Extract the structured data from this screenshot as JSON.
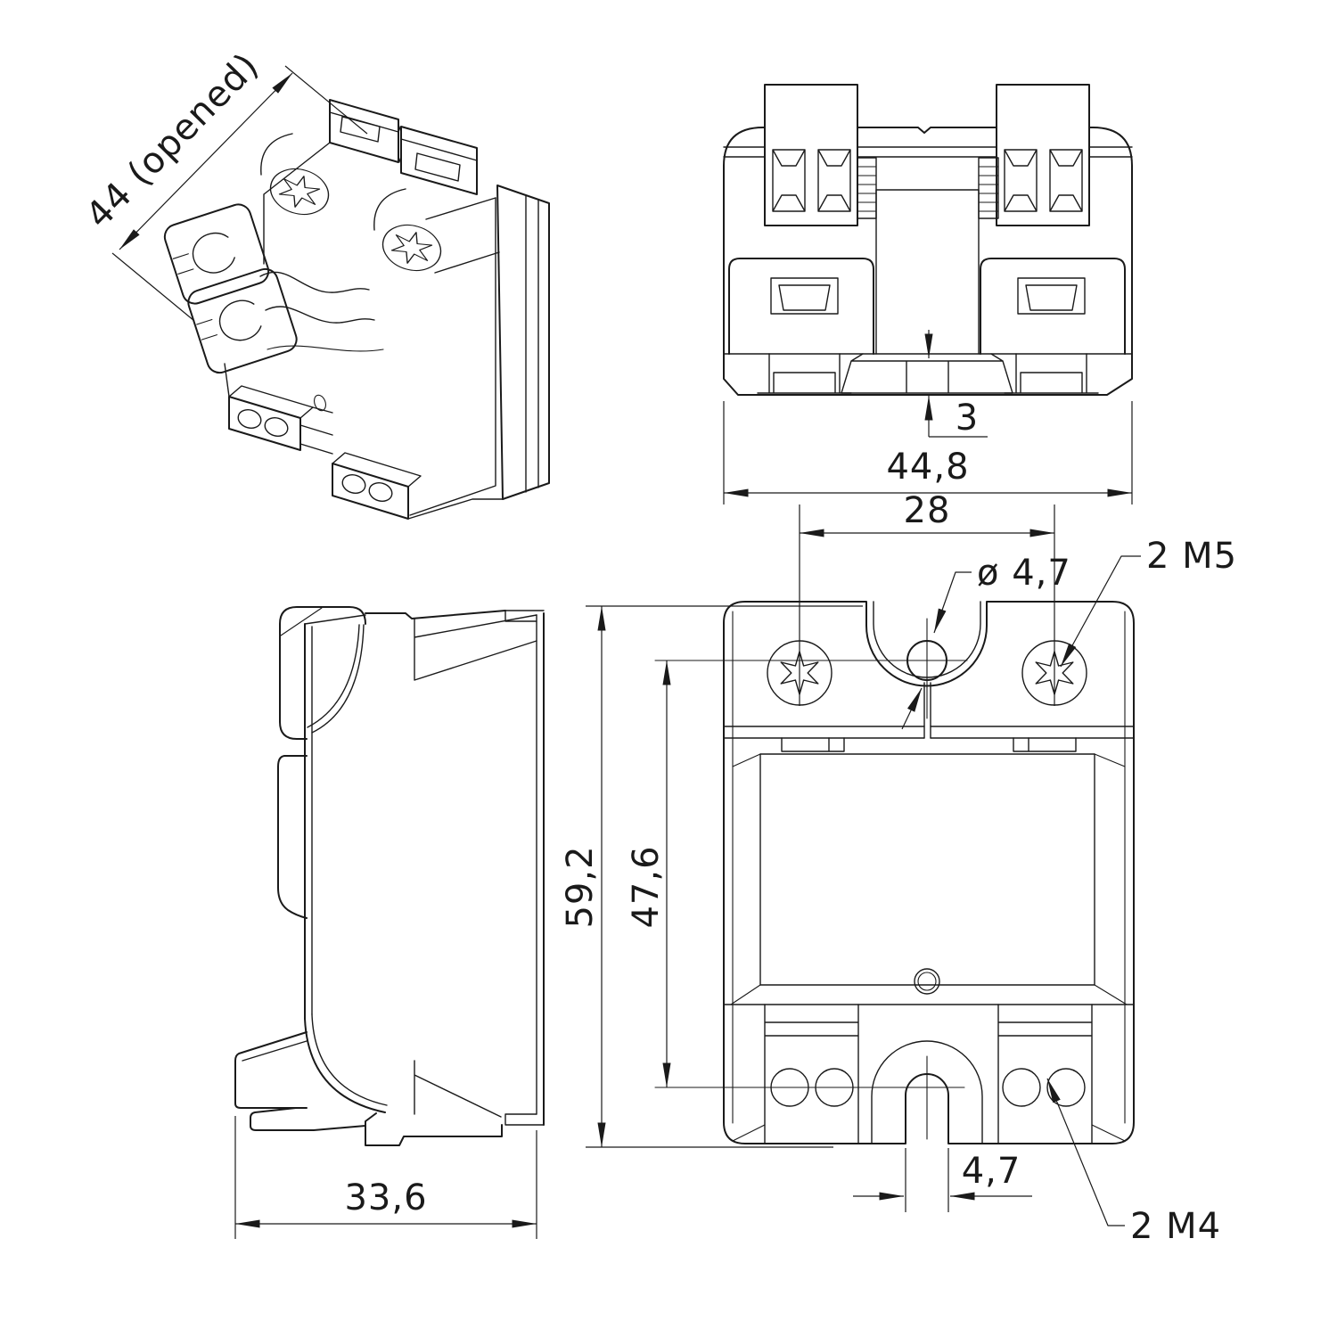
{
  "dimensions": {
    "iso_depth": "44 (opened)",
    "top_step": "3",
    "top_width": "44,8",
    "front_hole_spacing": "28",
    "front_hole_diameter": "ø 4,7",
    "front_mounting_screws": "2 M5",
    "front_height": "59,2",
    "front_center_height": "47,6",
    "front_slot_width": "4,7",
    "front_terminal_screws": "2 M4",
    "side_depth": "33,6"
  },
  "colors": {
    "line": "#1a1a1a",
    "background": "#ffffff"
  }
}
